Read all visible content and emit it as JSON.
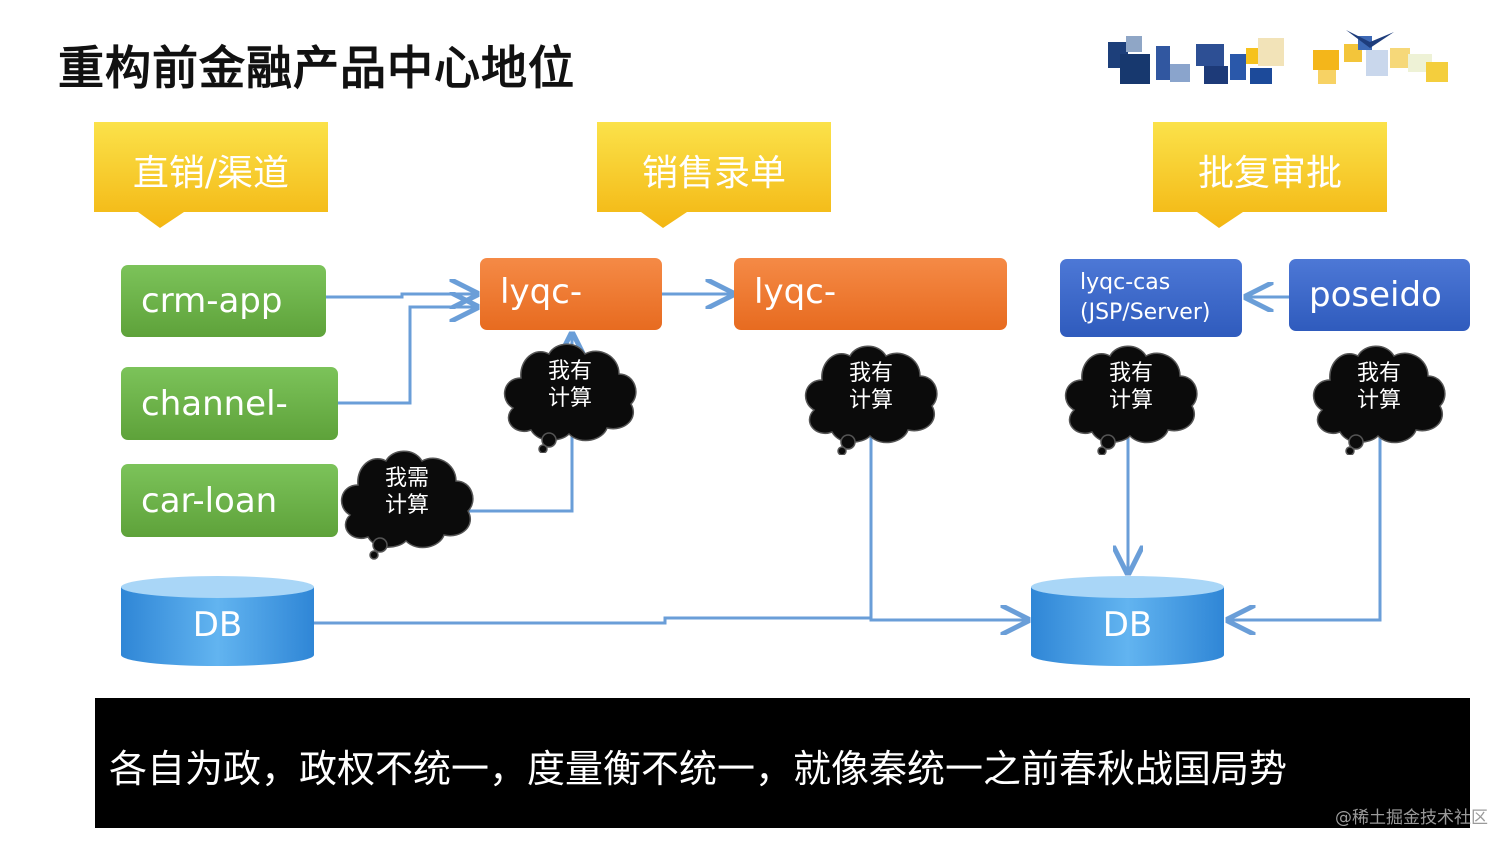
{
  "title": "重构前金融产品中心地位",
  "callouts": [
    "直销/渠道",
    "销售录单",
    "批复审批"
  ],
  "boxes": {
    "crm_app": "crm-app",
    "channel": "channel-",
    "car_loan": "car-loan",
    "lyqc_1": "lyqc-",
    "lyqc_2": "lyqc-",
    "lyqc_cas_line1": "lyqc-cas",
    "lyqc_cas_line2": "(JSP/Server)",
    "poseido": "poseido"
  },
  "clouds": {
    "need_line1": "我需",
    "need_line2": "计算",
    "have_line1": "我有",
    "have_line2": "计算"
  },
  "databases": {
    "left": "DB",
    "right": "DB"
  },
  "banner": "各自为政，政权不统一，度量衡不统一，就像秦统一之前春秋战国局势",
  "watermark": "@稀土掘金技术社区",
  "colors": {
    "callout_yellow": "#f7c81b",
    "green_box": "#6bb146",
    "orange_box": "#ef7b31",
    "blue_box": "#3a66c8",
    "db_blue": "#3f97e0",
    "connector": "#6a9ed8"
  }
}
